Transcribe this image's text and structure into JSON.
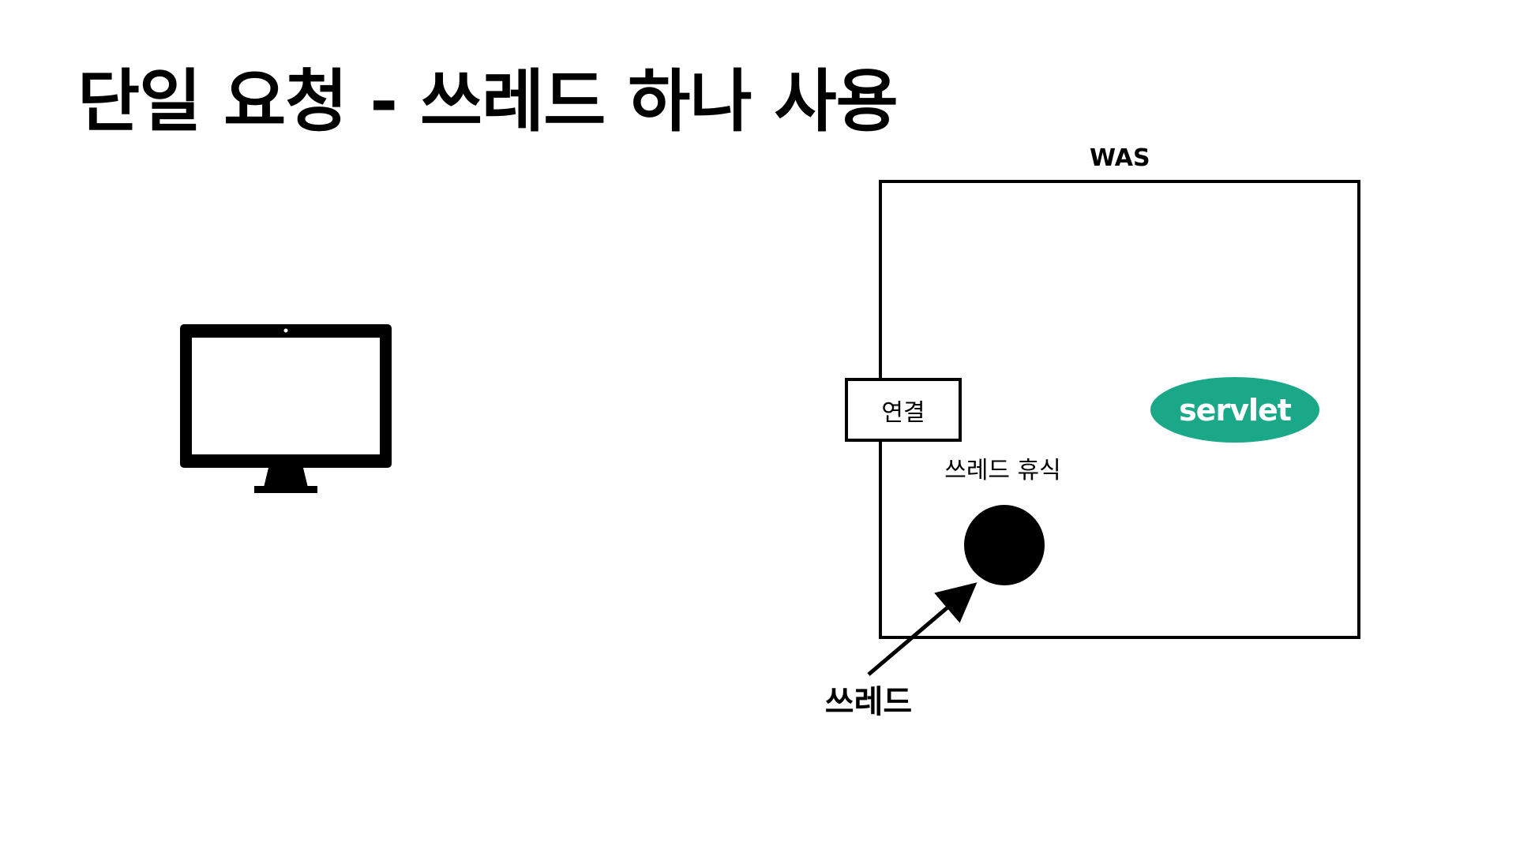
{
  "title": "단일 요청 - 쓰레드 하나 사용",
  "was": {
    "label": "WAS"
  },
  "connection": {
    "label": "연결"
  },
  "servlet": {
    "label": "servlet",
    "color": "#1aa889"
  },
  "thread": {
    "status_label": "쓰레드 휴식",
    "label": "쓰레드"
  },
  "icons": {
    "client": "desktop-monitor-icon"
  }
}
